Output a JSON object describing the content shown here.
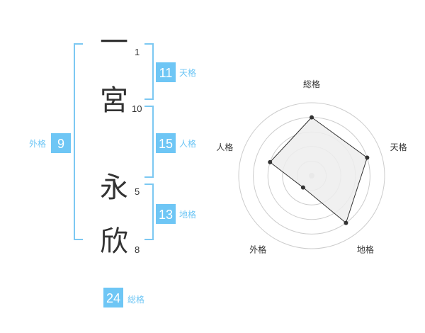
{
  "colors": {
    "accent": "#6ec6f5",
    "bracket": "#7cc8f2",
    "label": "#6ec6f5",
    "text": "#333333",
    "radar_fill": "#ededed",
    "radar_line": "#333333",
    "ring": "#cccccc"
  },
  "name": {
    "characters": [
      {
        "char": "一",
        "strokes": "1"
      },
      {
        "char": "宮",
        "strokes": "10"
      },
      {
        "char": "永",
        "strokes": "5"
      },
      {
        "char": "欣",
        "strokes": "8"
      }
    ]
  },
  "fortunes": {
    "tenkaku": {
      "value": "11",
      "label": "天格"
    },
    "jinkaku": {
      "value": "15",
      "label": "人格"
    },
    "chikaku": {
      "value": "13",
      "label": "地格"
    },
    "gaikaku": {
      "value": "9",
      "label": "外格"
    },
    "soukaku": {
      "value": "24",
      "label": "総格"
    }
  },
  "chart_data": {
    "type": "radar",
    "axes": [
      "総格",
      "天格",
      "地格",
      "外格",
      "人格"
    ],
    "values": [
      4,
      4,
      4,
      1,
      3
    ],
    "max": 5,
    "rings": 5
  }
}
